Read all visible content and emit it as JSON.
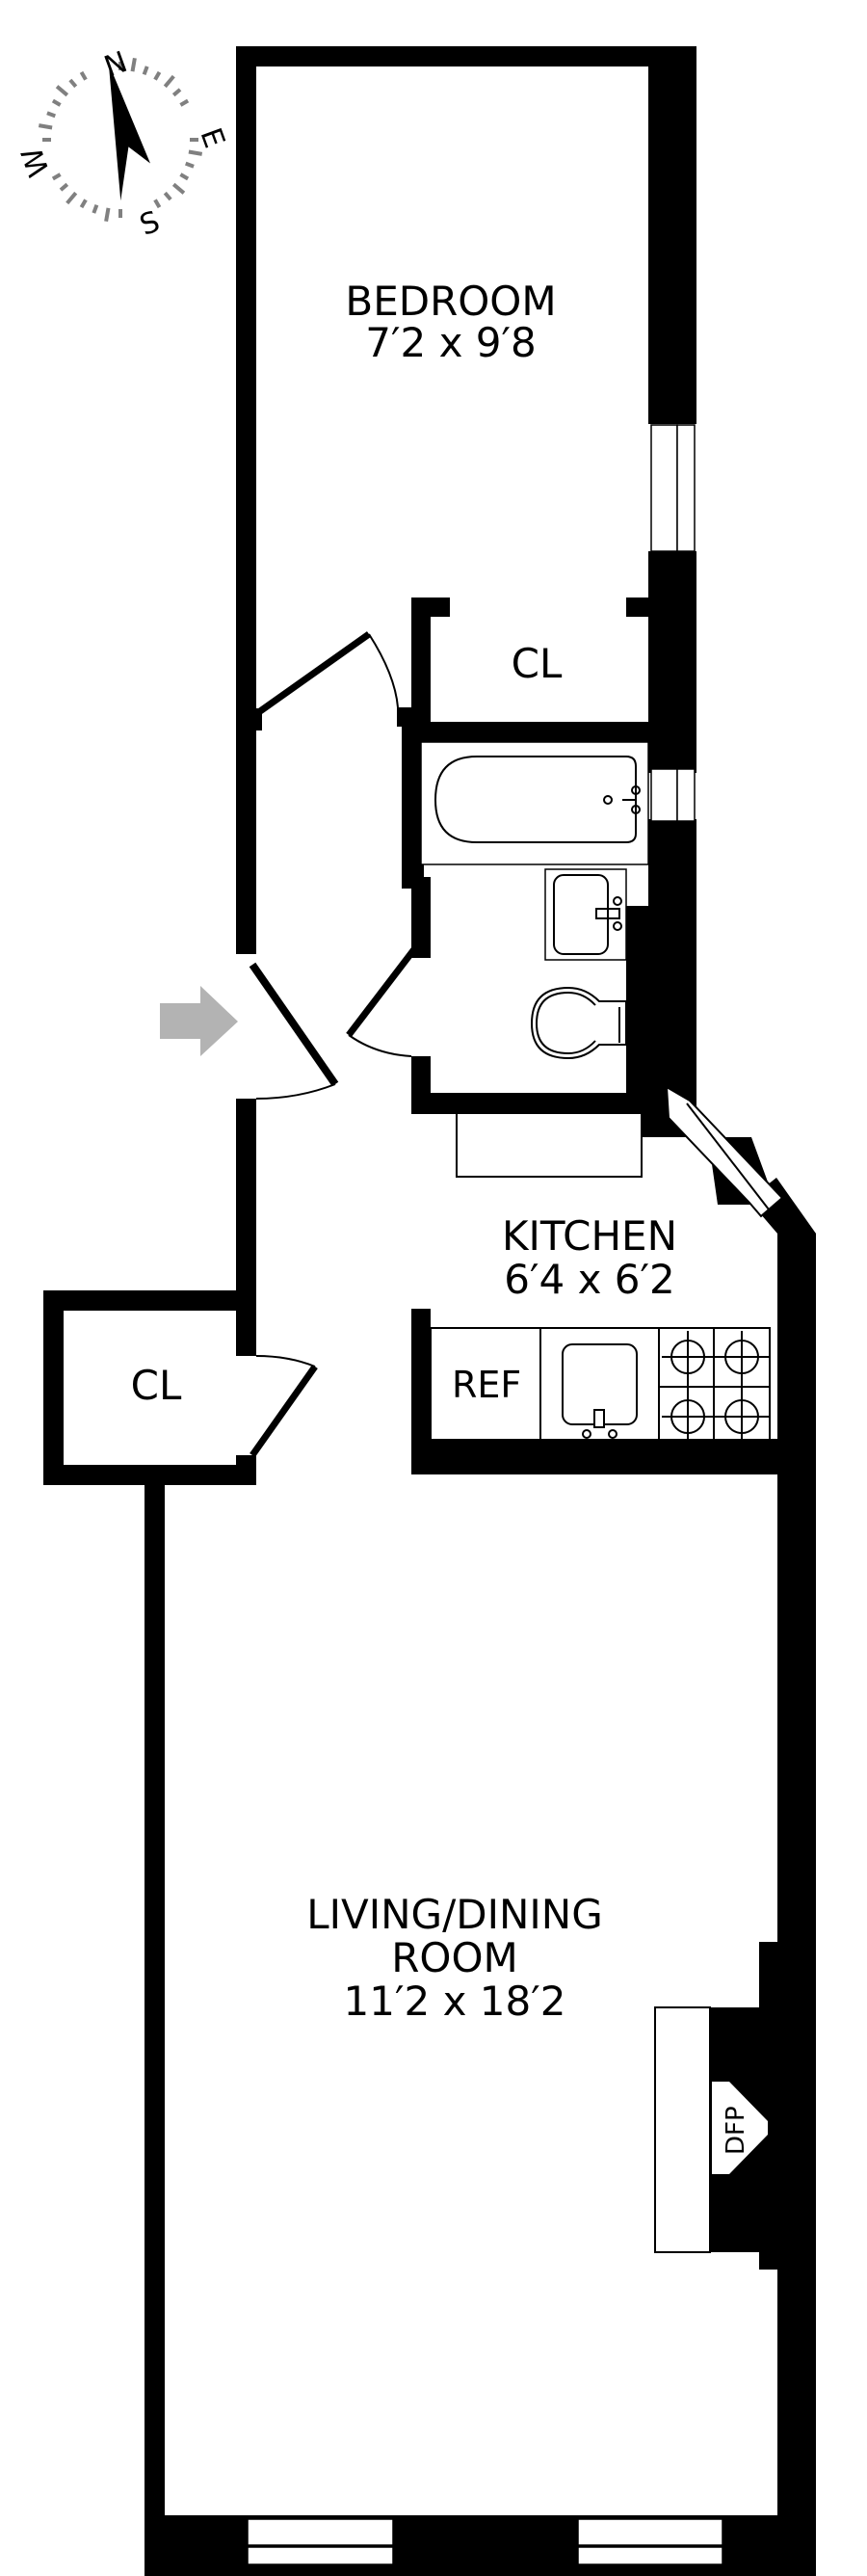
{
  "floorplan": {
    "rooms": [
      {
        "id": "bedroom",
        "name": "BEDROOM",
        "dimensions": "7′2 x 9′8"
      },
      {
        "id": "kitchen",
        "name": "KITCHEN",
        "dimensions": "6′4 x 6′2"
      },
      {
        "id": "living",
        "name_line1": "LIVING/DINING",
        "name_line2": "ROOM",
        "dimensions": "11′2 x 18′2"
      }
    ],
    "closets": [
      {
        "id": "bedroom-closet",
        "label": "CL"
      },
      {
        "id": "entry-closet",
        "label": "CL"
      }
    ],
    "fixtures": {
      "refrigerator": "REF",
      "fireplace": "DFP"
    },
    "compass": {
      "north": "N",
      "east": "E",
      "south": "S",
      "west": "W"
    },
    "colors": {
      "wall": "#000000",
      "entry_arrow": "#b3b3b3",
      "compass_ticks": "#808080"
    }
  }
}
